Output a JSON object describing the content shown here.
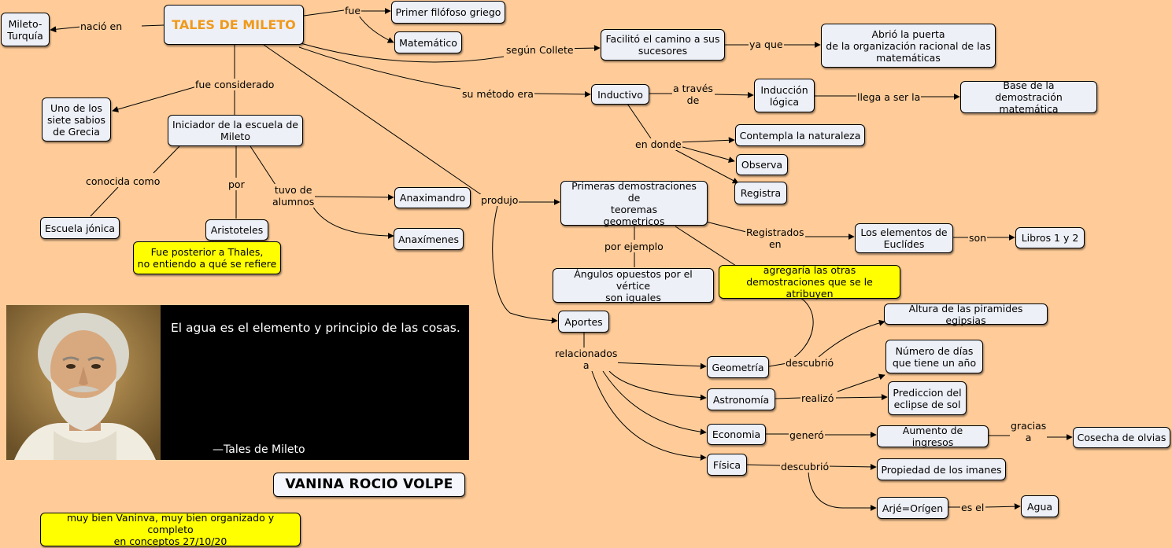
{
  "nodes": {
    "tales": "TALES DE MILETO",
    "mileto_turquia": "Mileto-\nTurquía",
    "primer_filosofo": "Primer filófoso griego",
    "matematico": "Matemático",
    "facilito": "Facilitó el camino a sus\nsucesores",
    "abrio": "Abrió la puerta\nde la organización racional de las\nmatemáticas",
    "siete_sabios": "Uno de los\nsiete sabios\nde Grecia",
    "iniciador": "Iniciador de la escuela de\nMileto",
    "inductivo": "Inductivo",
    "induccion": "Inducción\nlógica",
    "base": "Base de la\ndemostración matemática",
    "contempla": "Contempla la naturaleza",
    "observa": "Observa",
    "registra": "Registra",
    "escuela_jonica": "Escuela jónica",
    "aristoteles": "Aristoteles",
    "anaximandro": "Anaximandro",
    "anaximenes": "Anaxímenes",
    "primeras": "Primeras demostraciones de\nteoremas\ngeometricos",
    "elementos": "Los elementos de\nEuclídes",
    "libros": "Libros 1 y 2",
    "angulos": "Ángulos opuestos por el vértice\nson iguales",
    "aportes": "Aportes",
    "altura": "Altura de las piramides egipsias",
    "numero_dias": "Número de días\nque tiene un año",
    "prediccion": "Prediccion del\neclipse de sol",
    "geometria": "Geometría",
    "astronomia": "Astronomía",
    "economia": "Economia",
    "aumento": "Aumento de ingresos",
    "cosecha": "Cosecha de olvias",
    "fisica": "Física",
    "propiedad": "Propiedad de los imanes",
    "arje": "Arjé=Orígen",
    "agua": "Agua"
  },
  "notes": {
    "posterior": "Fue posterior a Thales,\nno entiendo a qué se refiere",
    "agregaria": "agregaría las otras\ndemostraciones que se le atribuyen",
    "teacher": "muy bien Vaninva, muy bien organizado y completo\nen conceptos 27/10/20"
  },
  "labels": {
    "nacio_en": "nació en",
    "fue": "fue",
    "segun_collete": "según Collete",
    "ya_que": "ya que",
    "fue_considerado": "fue considerado",
    "su_metodo_era": "su método era",
    "a_traves_de": "a través\nde",
    "llega_a_ser_la": "llega a ser la",
    "en_donde": "en donde",
    "conocida_como": "conocida como",
    "por": "por",
    "tuvo_de_alumnos": "tuvo de\nalumnos",
    "produjo": "produjo",
    "registrados_en": "Registrados\nen",
    "son": "son",
    "por_ejemplo": "por ejemplo",
    "relacionados_a": "relacionados\na",
    "descubrio_geo": "descubrió",
    "realizo": "realizó",
    "genero": "generó",
    "gracias_a": "gracias\na",
    "descubrio_fis": "descubrió",
    "es_el": "es el"
  },
  "quote": {
    "text": "El agua es el elemento y principio de las cosas.",
    "author": "—Tales de Mileto"
  },
  "author_name": "VANINA ROCIO VOLPE",
  "colors": {
    "background": "#ffcc99",
    "node_fill": "#eef0f7",
    "note_fill": "#ffff00",
    "title_color": "#f09a1b"
  }
}
